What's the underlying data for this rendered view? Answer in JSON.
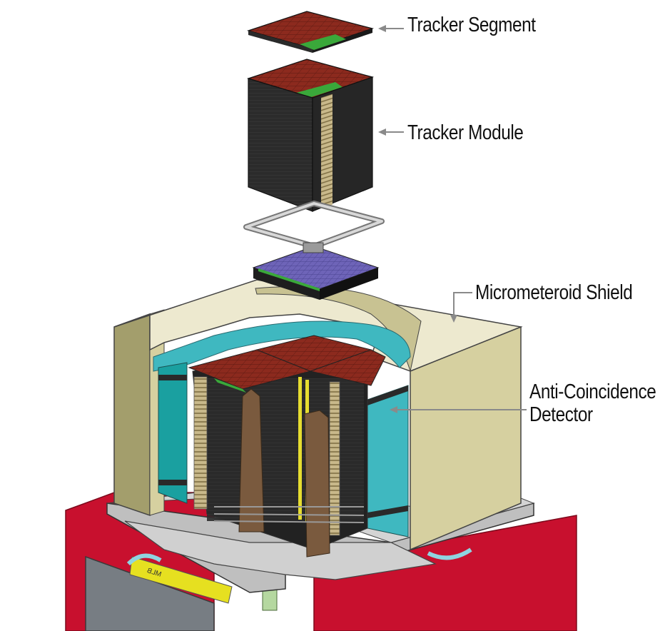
{
  "labels": {
    "tracker_segment": "Tracker Segment",
    "tracker_module": "Tracker Module",
    "micrometeoroid_shield": "Micrometeroid Shield",
    "acd_line1": "Anti-Coincidence",
    "acd_line2": "Detector"
  },
  "stencil_text": "MLB",
  "colors": {
    "tracker_red": "#8c2a1e",
    "tracker_body": "#2a2a2a",
    "shield_cream": "#d6d0a0",
    "acd_cyan": "#3fb8c0",
    "base_plate": "#cfcfcf",
    "spacecraft_red": "#c8102e",
    "board_green": "#3aa83a",
    "electronics_purple": "#6e64b8",
    "column_brown": "#7a5a3e",
    "leader_gray": "#8a8a8a"
  }
}
